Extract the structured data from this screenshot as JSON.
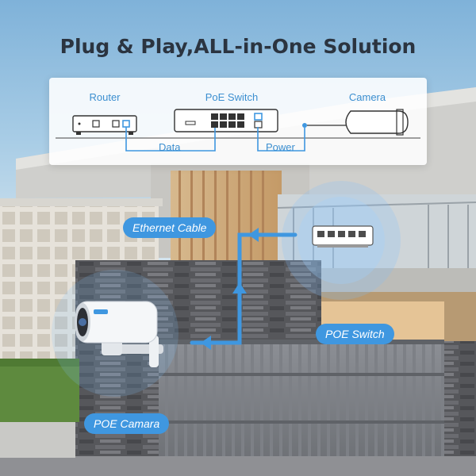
{
  "title": "Plug & Play,ALL-in-One Solution",
  "diagram": {
    "devices": [
      {
        "name": "router",
        "label": "Router"
      },
      {
        "name": "poe-switch",
        "label": "PoE Switch"
      },
      {
        "name": "camera",
        "label": "Camera"
      }
    ],
    "connections": [
      {
        "name": "data",
        "label": "Data"
      },
      {
        "name": "power",
        "label": "Power"
      }
    ]
  },
  "callouts": {
    "ethernet_cable": "Ethernet Cable",
    "poe_switch": "POE Switch",
    "poe_camera": "POE Camara"
  },
  "colors": {
    "accent": "#3f97e0",
    "headline": "#2b3440",
    "sky": "#8dbde0",
    "stone": "#55565a"
  }
}
